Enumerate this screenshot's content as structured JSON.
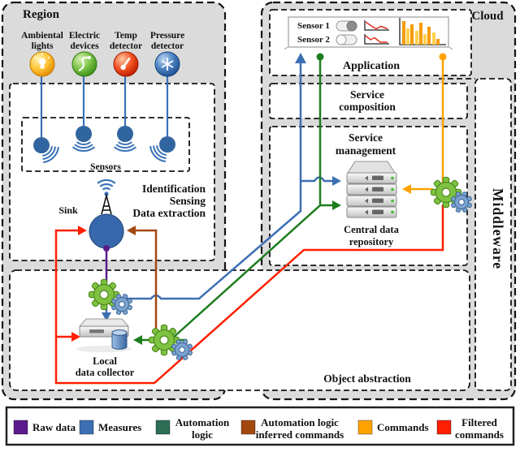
{
  "colors": {
    "raw_data": "#5a1c8c",
    "measures": "#3d6fb4",
    "automation_logic": "#1e7d1e",
    "automation_logic_square": "#2d6e55",
    "inferred_commands": "#a3480e",
    "commands": "#ffa200",
    "commands_text": "#f08000",
    "filtered_commands": "#ff1e00"
  },
  "region": {
    "label": "Region",
    "devices": [
      {
        "lines": [
          "Ambiental",
          "lights"
        ]
      },
      {
        "lines": [
          "Electric",
          "devices"
        ]
      },
      {
        "lines": [
          "Temp",
          "detector"
        ]
      },
      {
        "lines": [
          "Pressure",
          "detector"
        ]
      }
    ],
    "sensors_label": "Sensors",
    "sink_label": "Sink",
    "functions": [
      "Identification",
      "Sensing",
      "Data extraction"
    ],
    "local_collector_lines": [
      "Local",
      "data collector"
    ]
  },
  "cloud": {
    "label": "Cloud",
    "application": {
      "label": "Application",
      "sensor_rows": [
        "Sensor 1",
        "Sensor 2"
      ]
    },
    "service_composition_lines": [
      "Service",
      "composition"
    ],
    "service_management_lines": [
      "Service",
      "management"
    ],
    "repository_lines": [
      "Central data",
      "repository"
    ]
  },
  "middleware": {
    "label": "Middleware",
    "object_abstraction_label": "Object abstraction"
  },
  "legend": {
    "items": [
      {
        "lines": [
          "Raw data",
          ""
        ],
        "color": "#5a1c8c",
        "text_color": "#5a1c8c"
      },
      {
        "lines": [
          "Measures",
          ""
        ],
        "color": "#3d6fb4",
        "text_color": "#3d6fb4"
      },
      {
        "lines": [
          "Automation",
          "logic"
        ],
        "color": "#2d6e55",
        "text_color": "#1e7d1e"
      },
      {
        "lines": [
          "Automation logic",
          "inferred commands"
        ],
        "color": "#a3480e",
        "text_color": "#a3480e"
      },
      {
        "lines": [
          "Commands",
          ""
        ],
        "color": "#ffa200",
        "text_color": "#f08000"
      },
      {
        "lines": [
          "Filtered",
          "commands"
        ],
        "color": "#ff1e00",
        "text_color": "#ff1e00"
      }
    ]
  }
}
